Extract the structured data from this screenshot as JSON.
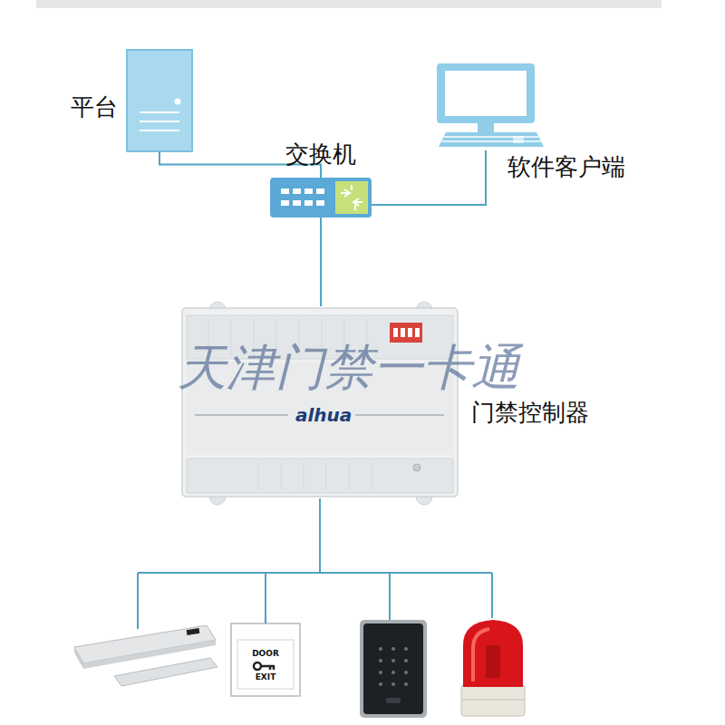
{
  "diagram": {
    "nodes": [
      {
        "text": [
          "平台"
        ]
      },
      {
        "text": [
          "交换机"
        ]
      },
      {
        "text": [
          "软件客户端"
        ]
      },
      {
        "text": [
          "门禁控制器"
        ]
      },
      {
        "text": [
          "DOOR",
          "EXIT"
        ]
      }
    ],
    "edges": [
      {
        "from": 0,
        "to": 1,
        "arrow": "none"
      },
      {
        "from": 1,
        "to": 2,
        "arrow": "none"
      },
      {
        "from": 1,
        "to": 3,
        "arrow": "none"
      },
      {
        "from": 3,
        "to": 4,
        "arrow": "none"
      }
    ],
    "labels": [
      "天津门禁一卡通",
      "alhua"
    ]
  }
}
